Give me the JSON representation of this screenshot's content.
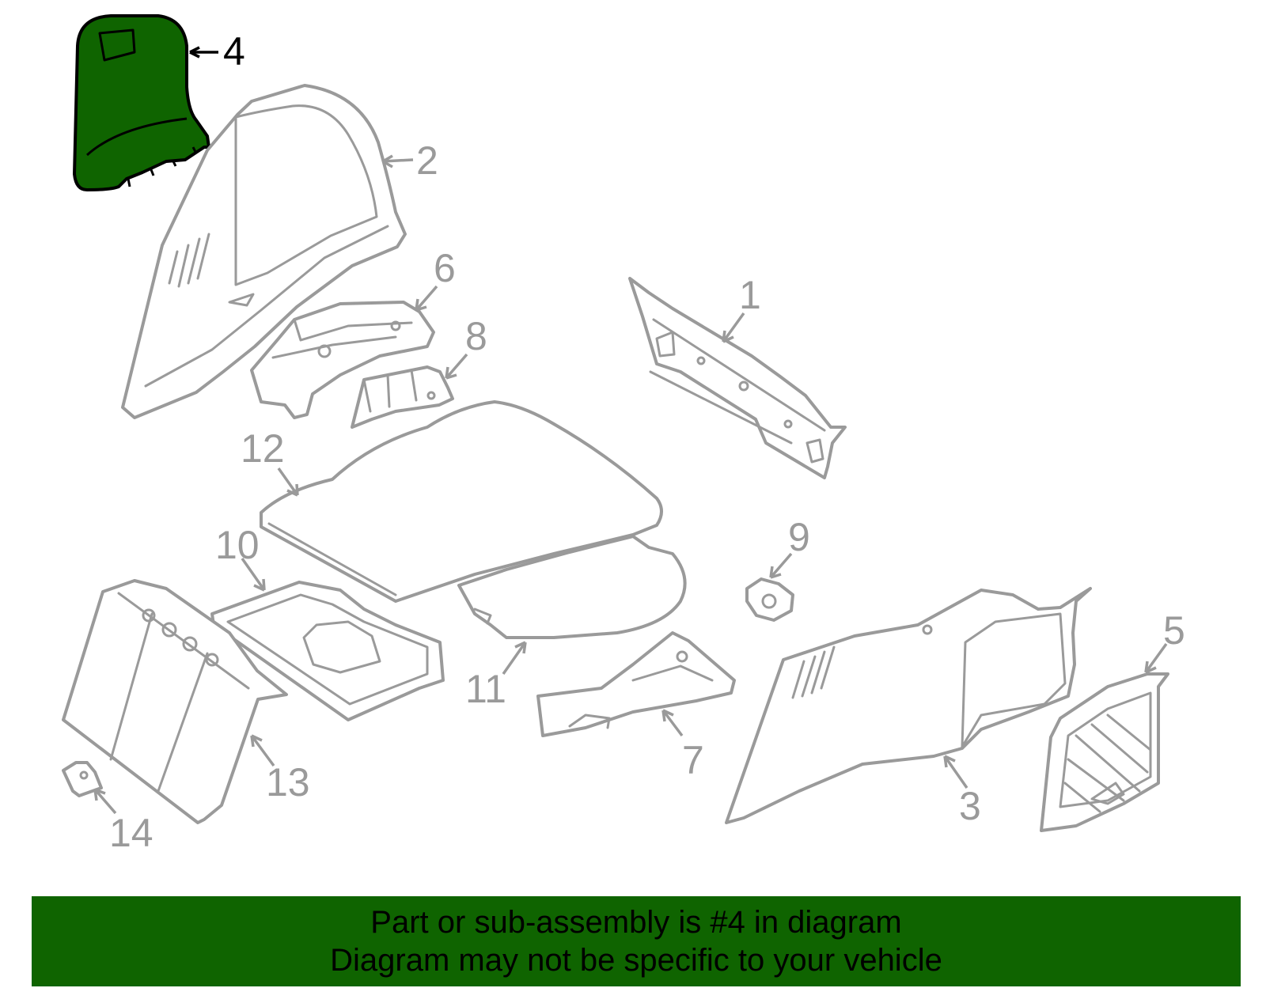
{
  "highlight_color": "#0f6400",
  "callouts": [
    {
      "label": "1",
      "part": "rear-panel-trim"
    },
    {
      "label": "2",
      "part": "left-side-trim"
    },
    {
      "label": "3",
      "part": "right-side-trim"
    },
    {
      "label": "4",
      "part": "side-cover",
      "highlighted": true
    },
    {
      "label": "5",
      "part": "storage-net"
    },
    {
      "label": "6",
      "part": "left-support-bracket"
    },
    {
      "label": "7",
      "part": "right-support-bracket"
    },
    {
      "label": "8",
      "part": "bracket"
    },
    {
      "label": "9",
      "part": "clip"
    },
    {
      "label": "10",
      "part": "storage-tray"
    },
    {
      "label": "11",
      "part": "rear-floor-mat"
    },
    {
      "label": "12",
      "part": "floor-cover"
    },
    {
      "label": "13",
      "part": "spare-compartment-panel"
    },
    {
      "label": "14",
      "part": "retainer"
    }
  ],
  "caption": {
    "line1": "Part or sub-assembly is #4 in diagram",
    "line2": "Diagram may not be specific to your vehicle"
  }
}
